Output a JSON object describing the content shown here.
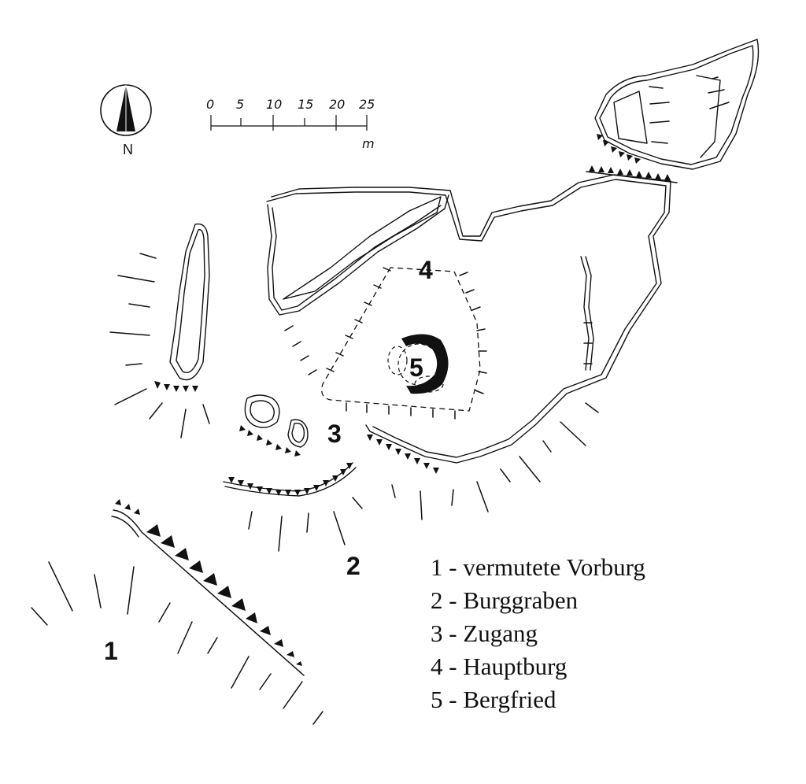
{
  "north": {
    "label": "N"
  },
  "scale": {
    "ticks": [
      "0",
      "5",
      "10",
      "15",
      "20",
      "25"
    ],
    "unit": "m"
  },
  "labels": {
    "l1": "1",
    "l2": "2",
    "l3": "3",
    "l4": "4",
    "l5": "5"
  },
  "legend": [
    "1 - vermutete Vorburg",
    "2 - Burggraben",
    "3 - Zugang",
    "4 - Hauptburg",
    "5 - Bergfried"
  ]
}
